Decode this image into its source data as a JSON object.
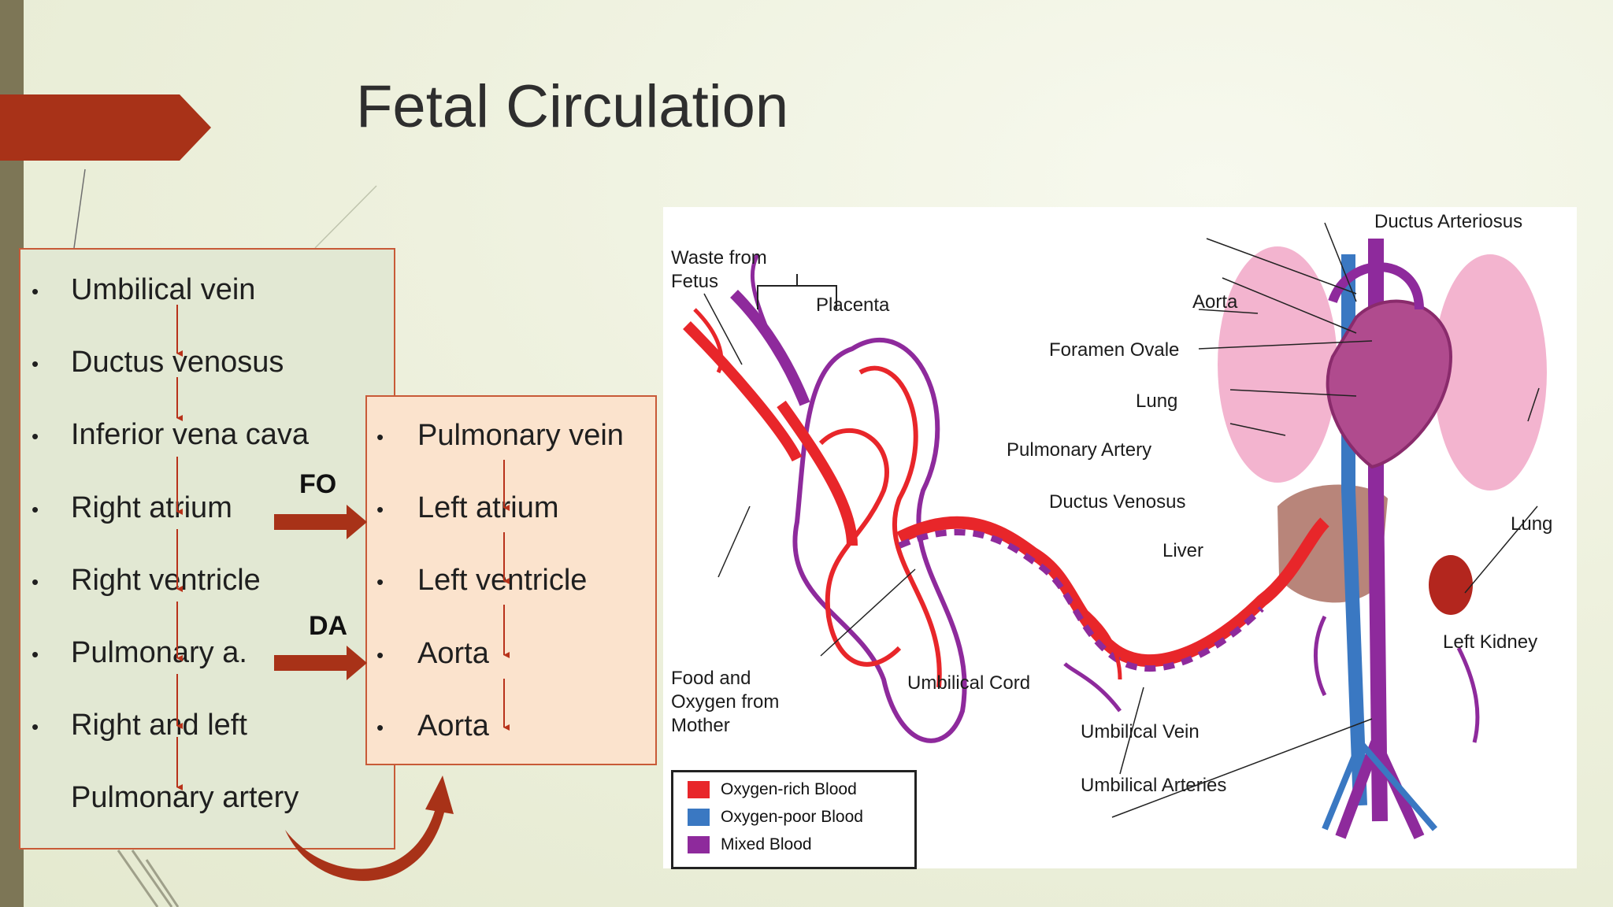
{
  "slide": {
    "title": "Fetal Circulation",
    "accent_color": "#a83218"
  },
  "left_list": {
    "items": [
      "Umbilical vein",
      "Ductus venosus",
      "Inferior vena cava",
      "Right atrium",
      "Right ventricle",
      "Pulmonary a.",
      "Right and left",
      "Pulmonary artery"
    ]
  },
  "right_list": {
    "items": [
      "Pulmonary vein",
      "Left atrium",
      "Left ventricle",
      "Aorta",
      "Aorta"
    ]
  },
  "shunts": {
    "fo": "FO",
    "da": "DA"
  },
  "diagram": {
    "labels": {
      "waste": [
        "Waste from",
        "Fetus"
      ],
      "placenta": "Placenta",
      "ductus_arteriosus": "Ductus Arteriosus",
      "aorta": "Aorta",
      "foramen_ovale": "Foramen Ovale",
      "lung_left": "Lung",
      "pulmonary_artery": "Pulmonary Artery",
      "ductus_venosus": "Ductus Venosus",
      "liver": "Liver",
      "lung_right": "Lung",
      "left_kidney": "Left Kidney",
      "food": [
        "Food and",
        "Oxygen from",
        "Mother"
      ],
      "umbilical_cord": "Umbilical Cord",
      "umbilical_vein": "Umbilical Vein",
      "umbilical_arteries": "Umbilical Arteries"
    },
    "legend": [
      {
        "label": "Oxygen-rich Blood",
        "color": "#e8262a"
      },
      {
        "label": "Oxygen-poor Blood",
        "color": "#3a78c2"
      },
      {
        "label": "Mixed Blood",
        "color": "#8e2a9c"
      }
    ]
  }
}
